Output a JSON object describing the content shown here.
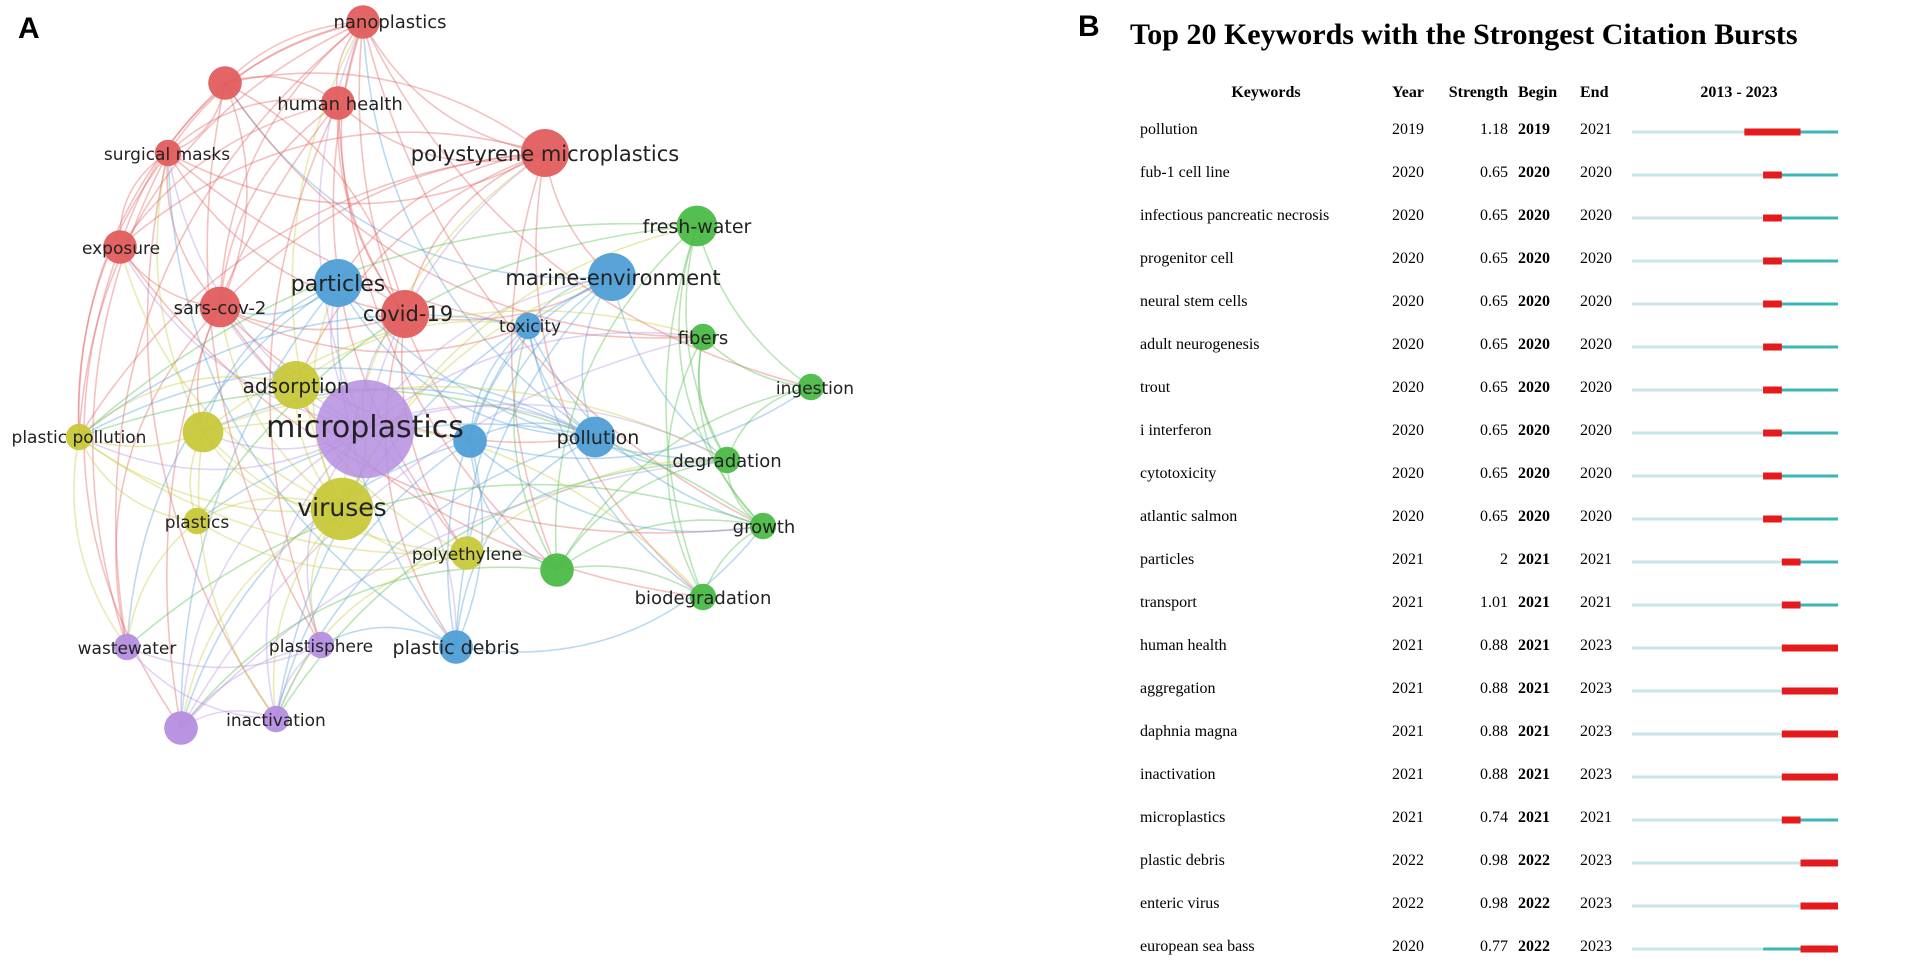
{
  "panel_a": {
    "letter": "A",
    "colors": {
      "red": "#e25d5d",
      "blue": "#4f9fd6",
      "green": "#4cbb47",
      "yellow": "#c8c83a",
      "purple": "#b58ee0"
    },
    "nodes": [
      {
        "id": "nanoplastics",
        "label": "nanoplastics",
        "cluster": "red",
        "weight": 3
      },
      {
        "id": "human-health",
        "label": "human health",
        "cluster": "red",
        "weight": 3
      },
      {
        "id": "surgical-masks",
        "label": "surgical masks",
        "cluster": "red",
        "weight": 2
      },
      {
        "id": "polystyrene-microplastics",
        "label": "polystyrene microplastics",
        "cluster": "red",
        "weight": 5
      },
      {
        "id": "exposure",
        "label": "exposure",
        "cluster": "red",
        "weight": 3
      },
      {
        "id": "sars-cov-2",
        "label": "sars-cov-2",
        "cluster": "red",
        "weight": 4
      },
      {
        "id": "covid-19",
        "label": "covid-19",
        "cluster": "red",
        "weight": 5
      },
      {
        "id": "red-unlabeled",
        "label": "",
        "cluster": "red",
        "weight": 3
      },
      {
        "id": "particles",
        "label": "particles",
        "cluster": "blue",
        "weight": 5
      },
      {
        "id": "marine-environment",
        "label": "marine-environment",
        "cluster": "blue",
        "weight": 5
      },
      {
        "id": "toxicity",
        "label": "toxicity",
        "cluster": "blue",
        "weight": 2
      },
      {
        "id": "pollution",
        "label": "pollution",
        "cluster": "blue",
        "weight": 4
      },
      {
        "id": "plastic-debris",
        "label": "plastic debris",
        "cluster": "blue",
        "weight": 3
      },
      {
        "id": "blue-unlabeled",
        "label": "",
        "cluster": "blue",
        "weight": 3
      },
      {
        "id": "fresh-water",
        "label": "fresh-water",
        "cluster": "green",
        "weight": 4
      },
      {
        "id": "fibers",
        "label": "fibers",
        "cluster": "green",
        "weight": 2
      },
      {
        "id": "ingestion",
        "label": "ingestion",
        "cluster": "green",
        "weight": 2
      },
      {
        "id": "degradation",
        "label": "degradation",
        "cluster": "green",
        "weight": 2
      },
      {
        "id": "growth",
        "label": "growth",
        "cluster": "green",
        "weight": 2
      },
      {
        "id": "biodegradation",
        "label": "biodegradation",
        "cluster": "green",
        "weight": 2
      },
      {
        "id": "green-unlabeled",
        "label": "",
        "cluster": "green",
        "weight": 3
      },
      {
        "id": "adsorption",
        "label": "adsorption",
        "cluster": "yellow",
        "weight": 5
      },
      {
        "id": "plastic-pollution",
        "label": "plastic pollution",
        "cluster": "yellow",
        "weight": 2
      },
      {
        "id": "yellow-unlabeled",
        "label": "",
        "cluster": "yellow",
        "weight": 4
      },
      {
        "id": "viruses",
        "label": "viruses",
        "cluster": "yellow",
        "weight": 7
      },
      {
        "id": "plastics",
        "label": "plastics",
        "cluster": "yellow",
        "weight": 2
      },
      {
        "id": "polyethylene",
        "label": "polyethylene",
        "cluster": "yellow",
        "weight": 3
      },
      {
        "id": "microplastics",
        "label": "microplastics",
        "cluster": "purple",
        "weight": 12
      },
      {
        "id": "wastewater",
        "label": "wastewater",
        "cluster": "purple",
        "weight": 2
      },
      {
        "id": "plastisphere",
        "label": "plastisphere",
        "cluster": "purple",
        "weight": 2
      },
      {
        "id": "inactivation",
        "label": "inactivation",
        "cluster": "purple",
        "weight": 2
      },
      {
        "id": "purple-unlabeled",
        "label": "",
        "cluster": "purple",
        "weight": 3
      }
    ]
  },
  "panel_b": {
    "letter": "B",
    "title": "Top 20 Keywords with the Strongest Citation Bursts",
    "columns": {
      "keywords": "Keywords",
      "year": "Year",
      "strength": "Strength",
      "begin": "Begin",
      "end": "End",
      "range": "2013 - 2023"
    },
    "range_start": 2013,
    "range_end": 2023,
    "colors": {
      "pre": "#c8e6ea",
      "active": "#3cb4b8",
      "burst": "#e41a1c"
    },
    "rows": [
      {
        "keyword": "pollution",
        "year": "2019",
        "strength": "1.18",
        "begin": "2019",
        "end": "2021"
      },
      {
        "keyword": "fub-1 cell line",
        "year": "2020",
        "strength": "0.65",
        "begin": "2020",
        "end": "2020"
      },
      {
        "keyword": "infectious pancreatic necrosis",
        "year": "2020",
        "strength": "0.65",
        "begin": "2020",
        "end": "2020"
      },
      {
        "keyword": "progenitor cell",
        "year": "2020",
        "strength": "0.65",
        "begin": "2020",
        "end": "2020"
      },
      {
        "keyword": "neural stem cells",
        "year": "2020",
        "strength": "0.65",
        "begin": "2020",
        "end": "2020"
      },
      {
        "keyword": "adult neurogenesis",
        "year": "2020",
        "strength": "0.65",
        "begin": "2020",
        "end": "2020"
      },
      {
        "keyword": "trout",
        "year": "2020",
        "strength": "0.65",
        "begin": "2020",
        "end": "2020"
      },
      {
        "keyword": "i interferon",
        "year": "2020",
        "strength": "0.65",
        "begin": "2020",
        "end": "2020"
      },
      {
        "keyword": "cytotoxicity",
        "year": "2020",
        "strength": "0.65",
        "begin": "2020",
        "end": "2020"
      },
      {
        "keyword": "atlantic salmon",
        "year": "2020",
        "strength": "0.65",
        "begin": "2020",
        "end": "2020"
      },
      {
        "keyword": "particles",
        "year": "2021",
        "strength": "2",
        "begin": "2021",
        "end": "2021"
      },
      {
        "keyword": "transport",
        "year": "2021",
        "strength": "1.01",
        "begin": "2021",
        "end": "2021"
      },
      {
        "keyword": "human health",
        "year": "2021",
        "strength": "0.88",
        "begin": "2021",
        "end": "2023"
      },
      {
        "keyword": "aggregation",
        "year": "2021",
        "strength": "0.88",
        "begin": "2021",
        "end": "2023"
      },
      {
        "keyword": "daphnia magna",
        "year": "2021",
        "strength": "0.88",
        "begin": "2021",
        "end": "2023"
      },
      {
        "keyword": "inactivation",
        "year": "2021",
        "strength": "0.88",
        "begin": "2021",
        "end": "2023"
      },
      {
        "keyword": "microplastics",
        "year": "2021",
        "strength": "0.74",
        "begin": "2021",
        "end": "2021"
      },
      {
        "keyword": "plastic debris",
        "year": "2022",
        "strength": "0.98",
        "begin": "2022",
        "end": "2023"
      },
      {
        "keyword": "enteric virus",
        "year": "2022",
        "strength": "0.98",
        "begin": "2022",
        "end": "2023"
      },
      {
        "keyword": "european sea bass",
        "year": "2020",
        "strength": "0.77",
        "begin": "2022",
        "end": "2023"
      }
    ]
  }
}
